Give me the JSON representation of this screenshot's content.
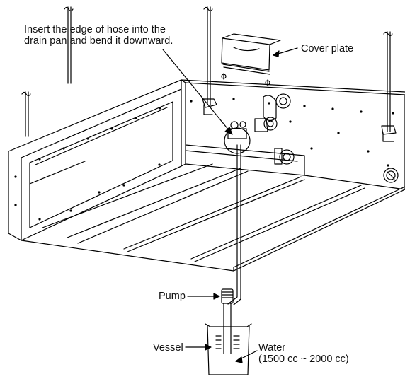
{
  "labels": {
    "insert_line1": "Insert the edge of hose into the",
    "insert_line2": "drain pan and bend it downward.",
    "cover_plate": "Cover plate",
    "pump": "Pump",
    "vessel": "Vessel",
    "water_line1": "Water",
    "water_line2": "(1500 cc ~ 2000 cc)"
  },
  "colors": {
    "stroke": "#000000",
    "background": "#ffffff"
  }
}
